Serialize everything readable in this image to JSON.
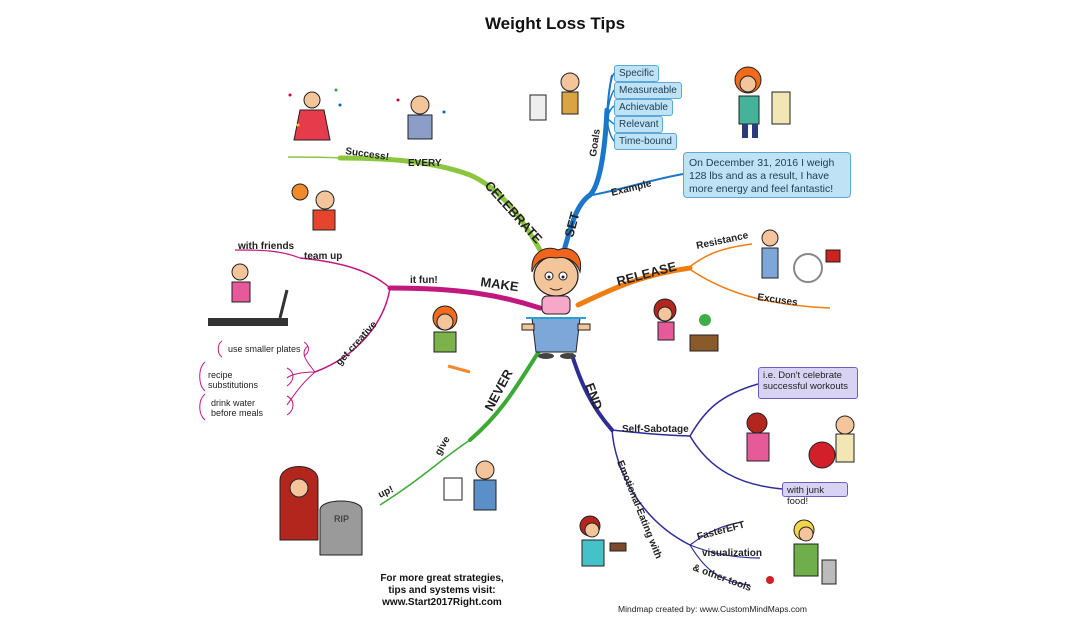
{
  "title": "Weight Loss Tips",
  "center_icon": "cartoon-girl-measuring-waist",
  "branches": {
    "set": {
      "label": "SET",
      "color": "#1a77c9",
      "goals": {
        "label": "Goals",
        "items": [
          "Specific",
          "Measureable",
          "Achievable",
          "Relevant",
          "Time-bound"
        ]
      },
      "example": {
        "label": "Example",
        "text": "On December 31, 2016 I weigh 128 lbs and as a result, I have more energy and feel fantastic!"
      }
    },
    "release": {
      "label": "RELEASE",
      "color": "#f07d12",
      "children": [
        "Resistance",
        "Excuses"
      ]
    },
    "end": {
      "label": "END",
      "color": "#2e2d96",
      "self_sabotage": {
        "label": "Self-Sabotage",
        "notes": [
          "i.e. Don't celebrate successful workouts",
          "with junk food!"
        ]
      },
      "emotional": {
        "label": "Emotional-Eating with",
        "children": [
          "FasterEFT",
          "visualization",
          "& other tools"
        ]
      }
    },
    "never": {
      "label": "NEVER",
      "color": "#3aaa35",
      "children": [
        "give",
        "up!"
      ]
    },
    "make": {
      "label": "MAKE",
      "color": "#c0187f",
      "children": [
        "it fun!",
        "team up",
        "with friends",
        "get creative"
      ],
      "creative_ideas": [
        "use smaller plates",
        "recipe substitutions",
        "drink water before meals"
      ]
    },
    "celebrate": {
      "label": "CELEBRATE",
      "color": "#8cc63e",
      "children": [
        "EVERY",
        "Success!"
      ]
    }
  },
  "footer": {
    "promo_line1": "For more great strategies,",
    "promo_line2": "tips and systems visit:",
    "promo_url": "www.Start2017Right.com",
    "credit": "Mindmap created by: www.CustomMindMaps.com"
  },
  "rip_text": "RIP"
}
